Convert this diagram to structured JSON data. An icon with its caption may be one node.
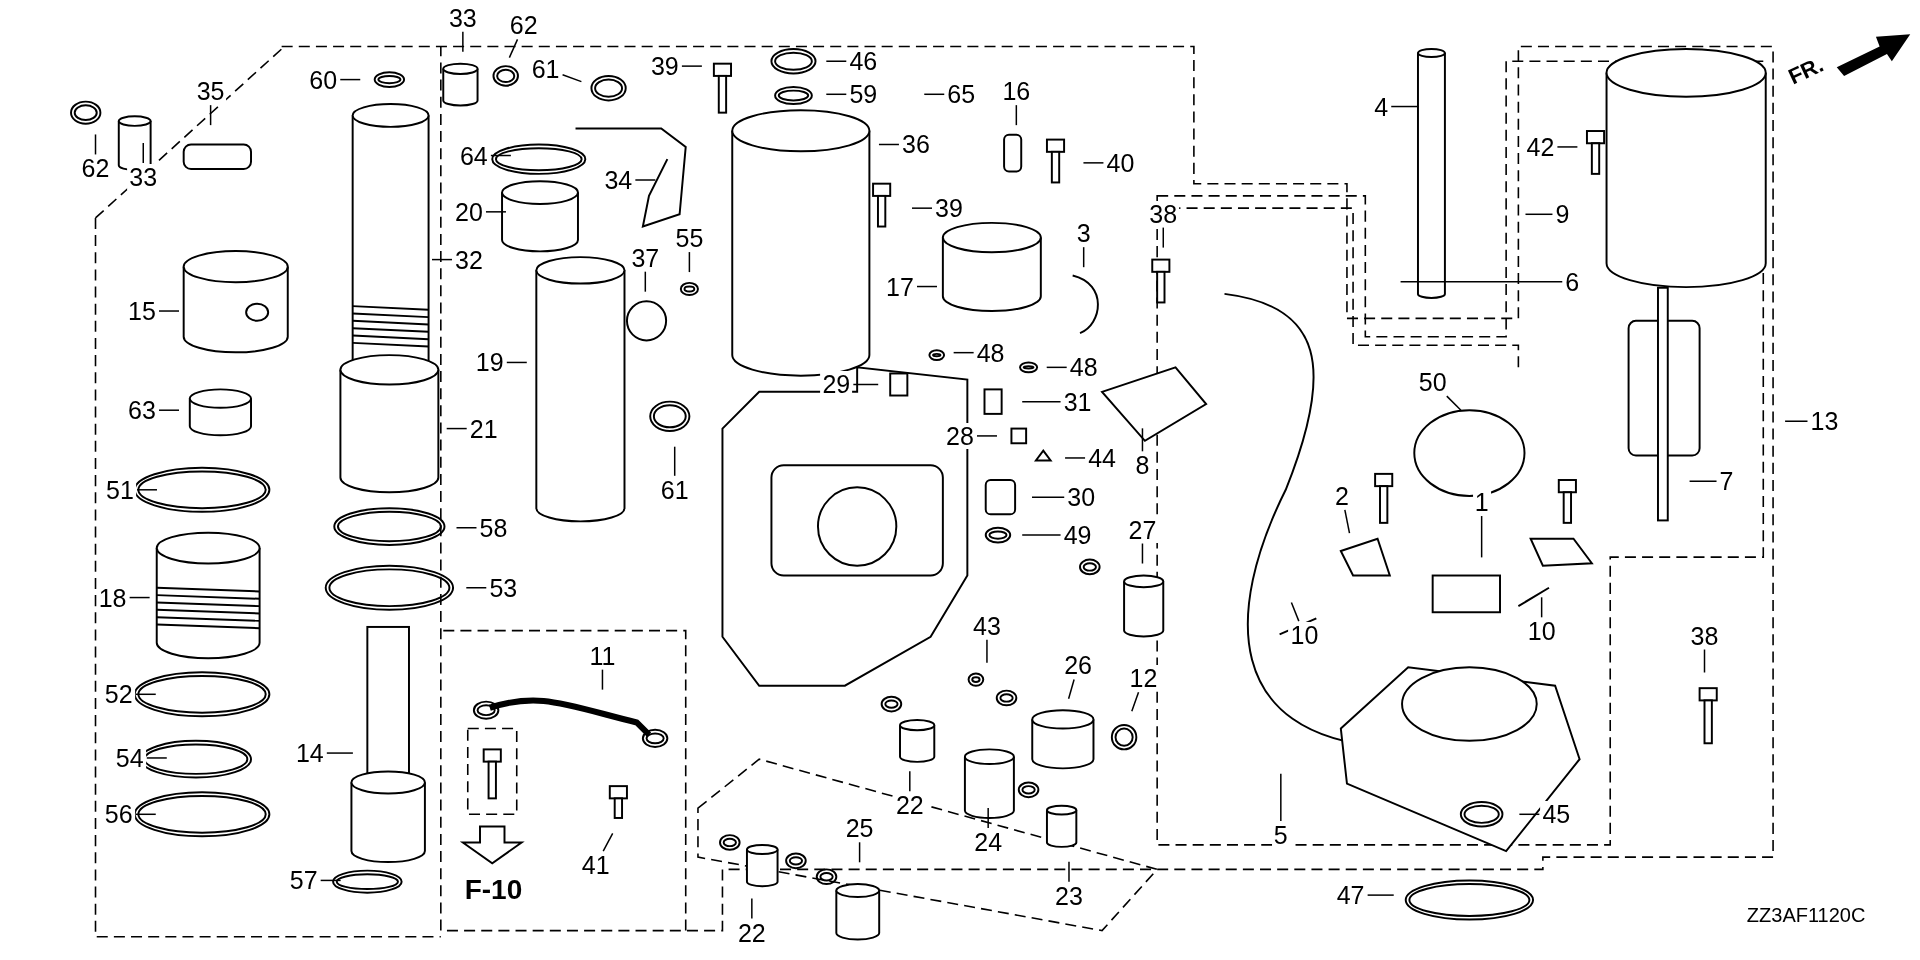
{
  "diagram": {
    "nodes": [
      {
        "text": [
          "62"
        ]
      },
      {
        "text": [
          "33"
        ]
      },
      {
        "text": [
          "35"
        ]
      },
      {
        "text": [
          "33"
        ]
      },
      {
        "text": [
          "62"
        ]
      },
      {
        "text": [
          "60"
        ]
      },
      {
        "text": [
          "61"
        ]
      },
      {
        "text": [
          "64"
        ]
      },
      {
        "text": [
          "39"
        ]
      },
      {
        "text": [
          "46"
        ]
      },
      {
        "text": [
          "59"
        ]
      },
      {
        "text": [
          "65"
        ]
      },
      {
        "text": [
          "36"
        ]
      },
      {
        "text": [
          "34"
        ]
      },
      {
        "text": [
          "20"
        ]
      },
      {
        "text": [
          "32"
        ]
      },
      {
        "text": [
          "16"
        ]
      },
      {
        "text": [
          "40"
        ]
      },
      {
        "text": [
          "39"
        ]
      },
      {
        "text": [
          "15"
        ]
      },
      {
        "text": [
          "19"
        ]
      },
      {
        "text": [
          "37"
        ]
      },
      {
        "text": [
          "55"
        ]
      },
      {
        "text": [
          "17"
        ]
      },
      {
        "text": [
          "3"
        ]
      },
      {
        "text": [
          "38"
        ]
      },
      {
        "text": [
          "4"
        ]
      },
      {
        "text": [
          "42"
        ]
      },
      {
        "text": [
          "9"
        ]
      },
      {
        "text": [
          "6"
        ]
      },
      {
        "text": [
          "63"
        ]
      },
      {
        "text": [
          "21"
        ]
      },
      {
        "text": [
          "29"
        ]
      },
      {
        "text": [
          "48"
        ]
      },
      {
        "text": [
          "48"
        ]
      },
      {
        "text": [
          "31"
        ]
      },
      {
        "text": [
          "28"
        ]
      },
      {
        "text": [
          "44"
        ]
      },
      {
        "text": [
          "30"
        ]
      },
      {
        "text": [
          "8"
        ]
      },
      {
        "text": [
          "50"
        ]
      },
      {
        "text": [
          "13"
        ]
      },
      {
        "text": [
          "7"
        ]
      },
      {
        "text": [
          "61"
        ]
      },
      {
        "text": [
          "51"
        ]
      },
      {
        "text": [
          "58"
        ]
      },
      {
        "text": [
          "49"
        ]
      },
      {
        "text": [
          "27"
        ]
      },
      {
        "text": [
          "2"
        ]
      },
      {
        "text": [
          "1"
        ]
      },
      {
        "text": [
          "18"
        ]
      },
      {
        "text": [
          "53"
        ]
      },
      {
        "text": [
          "10"
        ]
      },
      {
        "text": [
          "10"
        ]
      },
      {
        "text": [
          "43"
        ]
      },
      {
        "text": [
          "11"
        ]
      },
      {
        "text": [
          "26"
        ]
      },
      {
        "text": [
          "12"
        ]
      },
      {
        "text": [
          "38"
        ]
      },
      {
        "text": [
          "52"
        ]
      },
      {
        "text": [
          "14"
        ]
      },
      {
        "text": [
          "54"
        ]
      },
      {
        "text": [
          "22"
        ]
      },
      {
        "text": [
          "24"
        ]
      },
      {
        "text": [
          "23"
        ]
      },
      {
        "text": [
          "41"
        ]
      },
      {
        "text": [
          "56"
        ]
      },
      {
        "text": [
          "25"
        ]
      },
      {
        "text": [
          "57"
        ]
      },
      {
        "text": [
          "22"
        ]
      },
      {
        "text": [
          "45"
        ]
      },
      {
        "text": [
          "5"
        ]
      },
      {
        "text": [
          "47"
        ]
      }
    ],
    "edges": [
      {
        "from": 0,
        "to": null,
        "arrow": "none"
      },
      {
        "from": 1,
        "to": null,
        "arrow": "none"
      },
      {
        "from": 2,
        "to": null,
        "arrow": "none"
      },
      {
        "from": 3,
        "to": null,
        "arrow": "none"
      },
      {
        "from": 4,
        "to": null,
        "arrow": "none"
      },
      {
        "from": 5,
        "to": null,
        "arrow": "none"
      },
      {
        "from": 6,
        "to": null,
        "arrow": "none"
      },
      {
        "from": 7,
        "to": null,
        "arrow": "none"
      },
      {
        "from": 8,
        "to": null,
        "arrow": "none"
      },
      {
        "from": 9,
        "to": null,
        "arrow": "none"
      },
      {
        "from": 10,
        "to": null,
        "arrow": "none"
      },
      {
        "from": 11,
        "to": null,
        "arrow": "none"
      },
      {
        "from": 12,
        "to": null,
        "arrow": "none"
      },
      {
        "from": 13,
        "to": null,
        "arrow": "none"
      },
      {
        "from": 14,
        "to": null,
        "arrow": "none"
      },
      {
        "from": 15,
        "to": null,
        "arrow": "none"
      },
      {
        "from": 16,
        "to": null,
        "arrow": "none"
      },
      {
        "from": 17,
        "to": null,
        "arrow": "none"
      },
      {
        "from": 18,
        "to": null,
        "arrow": "none"
      },
      {
        "from": 19,
        "to": null,
        "arrow": "none"
      },
      {
        "from": 20,
        "to": null,
        "arrow": "none"
      },
      {
        "from": 21,
        "to": null,
        "arrow": "none"
      },
      {
        "from": 22,
        "to": null,
        "arrow": "none"
      },
      {
        "from": 23,
        "to": null,
        "arrow": "none"
      },
      {
        "from": 24,
        "to": null,
        "arrow": "none"
      },
      {
        "from": 25,
        "to": null,
        "arrow": "none"
      },
      {
        "from": 26,
        "to": null,
        "arrow": "none"
      },
      {
        "from": 27,
        "to": null,
        "arrow": "none"
      },
      {
        "from": 28,
        "to": null,
        "arrow": "none"
      },
      {
        "from": 29,
        "to": null,
        "arrow": "none"
      },
      {
        "from": 30,
        "to": null,
        "arrow": "none"
      },
      {
        "from": 31,
        "to": null,
        "arrow": "none"
      },
      {
        "from": 32,
        "to": null,
        "arrow": "none"
      },
      {
        "from": 33,
        "to": null,
        "arrow": "none"
      },
      {
        "from": 34,
        "to": null,
        "arrow": "none"
      },
      {
        "from": 35,
        "to": null,
        "arrow": "none"
      },
      {
        "from": 36,
        "to": null,
        "arrow": "none"
      },
      {
        "from": 37,
        "to": null,
        "arrow": "none"
      },
      {
        "from": 38,
        "to": null,
        "arrow": "none"
      },
      {
        "from": 39,
        "to": null,
        "arrow": "none"
      },
      {
        "from": 40,
        "to": null,
        "arrow": "none"
      },
      {
        "from": 41,
        "to": null,
        "arrow": "none"
      },
      {
        "from": 42,
        "to": null,
        "arrow": "none"
      },
      {
        "from": 43,
        "to": null,
        "arrow": "none"
      },
      {
        "from": 44,
        "to": null,
        "arrow": "none"
      },
      {
        "from": 45,
        "to": null,
        "arrow": "none"
      },
      {
        "from": 46,
        "to": null,
        "arrow": "none"
      },
      {
        "from": 47,
        "to": null,
        "arrow": "none"
      },
      {
        "from": 48,
        "to": null,
        "arrow": "none"
      },
      {
        "from": 49,
        "to": null,
        "arrow": "none"
      },
      {
        "from": 50,
        "to": null,
        "arrow": "none"
      },
      {
        "from": 51,
        "to": null,
        "arrow": "none"
      },
      {
        "from": 52,
        "to": null,
        "arrow": "none"
      },
      {
        "from": 53,
        "to": null,
        "arrow": "none"
      },
      {
        "from": 54,
        "to": null,
        "arrow": "none"
      },
      {
        "from": 55,
        "to": null,
        "arrow": "none"
      },
      {
        "from": 56,
        "to": null,
        "arrow": "none"
      },
      {
        "from": 57,
        "to": null,
        "arrow": "none"
      },
      {
        "from": 58,
        "to": null,
        "arrow": "none"
      },
      {
        "from": 59,
        "to": null,
        "arrow": "none"
      },
      {
        "from": 60,
        "to": null,
        "arrow": "none"
      },
      {
        "from": 61,
        "to": null,
        "arrow": "none"
      },
      {
        "from": 62,
        "to": null,
        "arrow": "none"
      },
      {
        "from": 63,
        "to": null,
        "arrow": "none"
      },
      {
        "from": 64,
        "to": null,
        "arrow": "none"
      },
      {
        "from": 65,
        "to": null,
        "arrow": "none"
      },
      {
        "from": 66,
        "to": null,
        "arrow": "none"
      },
      {
        "from": 67,
        "to": null,
        "arrow": "none"
      },
      {
        "from": 68,
        "to": null,
        "arrow": "none"
      },
      {
        "from": 69,
        "to": null,
        "arrow": "none"
      },
      {
        "from": 70,
        "to": null,
        "arrow": "none"
      },
      {
        "from": 71,
        "to": null,
        "arrow": "none"
      },
      {
        "from": 72,
        "to": null,
        "arrow": "none"
      }
    ],
    "labels": [
      "FR.",
      "F-10",
      "ZZ3AF1120C"
    ]
  }
}
